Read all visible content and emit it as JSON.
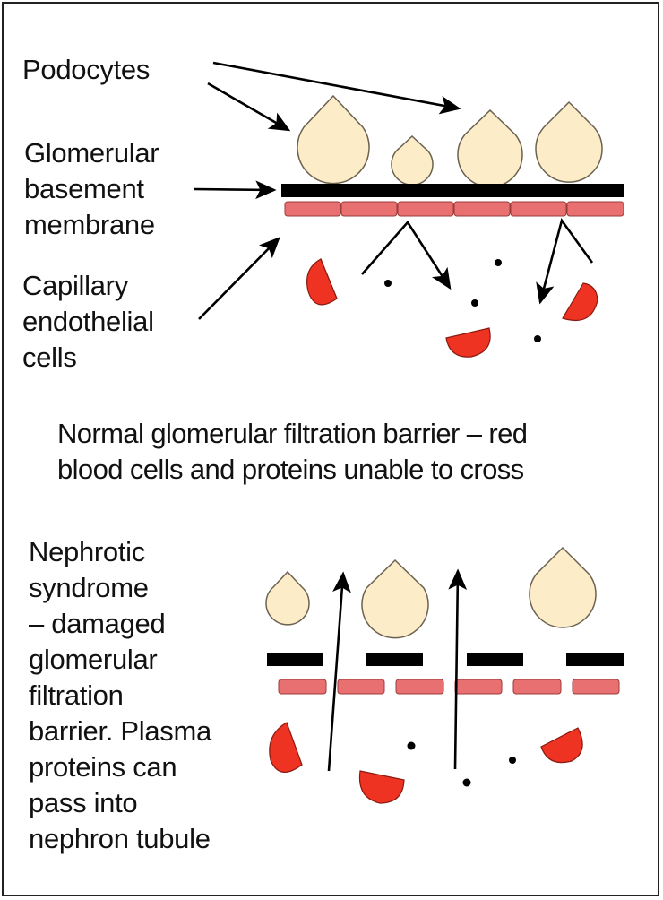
{
  "title": "Glomerular filtration barrier diagram",
  "normal": {
    "labels": {
      "podocytes": "Podocytes",
      "gbm": [
        "Glomerular",
        "basement",
        "membrane"
      ],
      "endothelial": [
        "Capillary",
        "endothelial",
        "cells"
      ]
    },
    "caption": [
      "Normal glomerular filtration barrier – red",
      "blood cells and proteins unable to cross"
    ]
  },
  "nephrotic": {
    "caption": [
      "Nephrotic",
      "syndrome",
      "– damaged",
      "glomerular",
      "filtration",
      "barrier. Plasma",
      "proteins can",
      "pass into",
      "nephron tubule"
    ]
  },
  "colors": {
    "podocyte_fill": "#fcecc8",
    "podocyte_stroke": "#6b6250",
    "membrane": "#000000",
    "endothelial_fill": "#e87070",
    "endothelial_stroke": "#9c3a3a",
    "rbc_fill": "#ee3322",
    "rbc_stroke": "#8a1a10",
    "protein": "#000000"
  }
}
